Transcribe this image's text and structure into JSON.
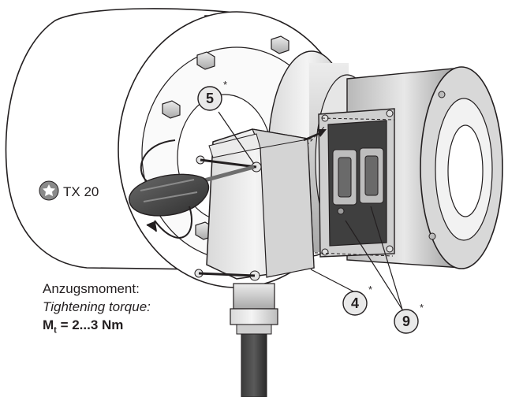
{
  "tool": {
    "icon": "torx-star-icon",
    "label": "TX 20"
  },
  "torque": {
    "label_de": "Anzugsmoment:",
    "label_en": "Tightening torque:",
    "symbol": "M",
    "subscript": "t",
    "value": "= 2...3 Nm"
  },
  "callouts": [
    {
      "number": "5",
      "mark": "*"
    },
    {
      "number": "4",
      "mark": "*"
    },
    {
      "number": "9",
      "mark": "*"
    }
  ]
}
